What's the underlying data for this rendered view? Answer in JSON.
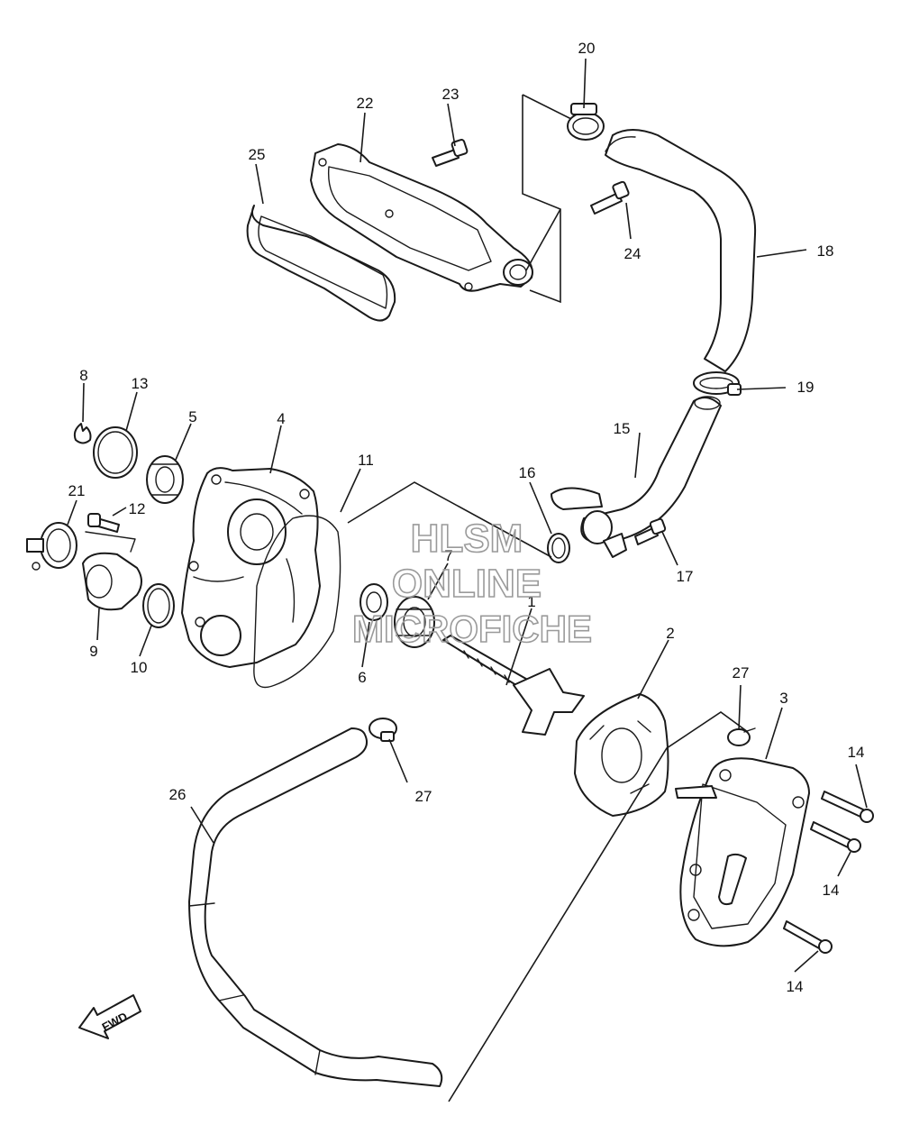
{
  "callouts": [
    "1",
    "2",
    "3",
    "4",
    "5",
    "6",
    "7",
    "8",
    "9",
    "10",
    "11",
    "12",
    "13",
    "14",
    "14",
    "14",
    "15",
    "16",
    "17",
    "18",
    "19",
    "20",
    "21",
    "22",
    "23",
    "24",
    "25",
    "26",
    "27",
    "27"
  ],
  "watermark": {
    "line1": "HLSM",
    "line2": "ONLINE",
    "line3": "MICROFICHE"
  },
  "fwd_label": "FWD",
  "colors": {
    "line": "#1a1a1a",
    "watermark": "#9a9a9a",
    "background": "#ffffff"
  }
}
